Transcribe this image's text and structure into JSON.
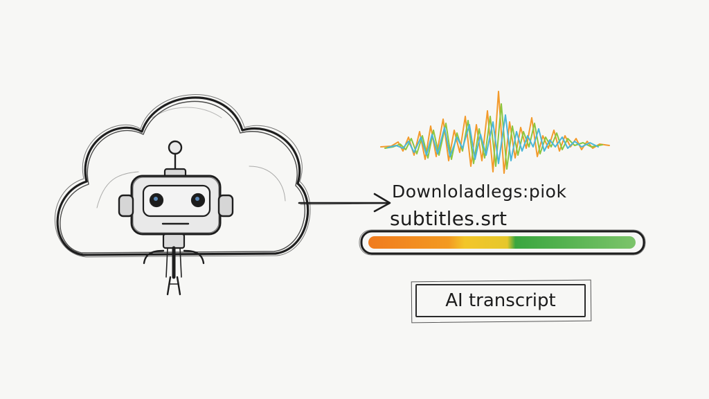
{
  "download": {
    "label": "Downloladlegs:piok",
    "progress_fraction": 1.0
  },
  "file": {
    "name": "subtitles.srt"
  },
  "transcript_button": {
    "label": "AI transcript"
  },
  "colors": {
    "ink": "#1c1c1c",
    "progress_orange": "#f07b1e",
    "progress_yellow": "#f3c629",
    "progress_green": "#3aa63f",
    "wave_orange": "#f39a2b",
    "wave_green": "#8cc63f",
    "wave_blue": "#4ab5d8"
  },
  "icons": {
    "cloud": "cloud-icon",
    "robot": "robot-icon",
    "arrow": "arrow-right-icon",
    "waveform": "audio-waveform-icon"
  }
}
